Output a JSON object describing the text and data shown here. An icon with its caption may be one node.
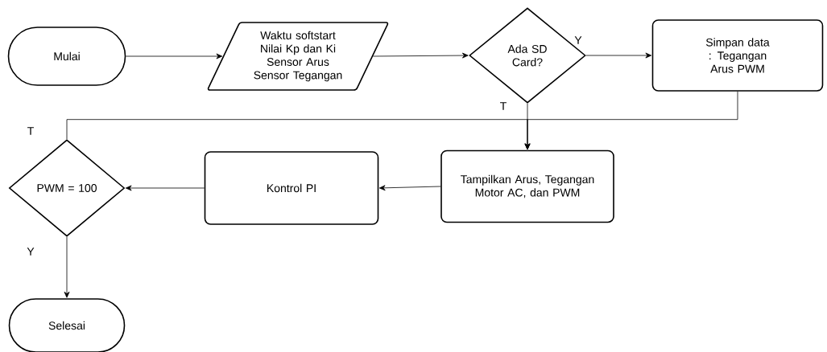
{
  "diagram": {
    "nodes": [
      {
        "text": [
          "Mulai"
        ]
      },
      {
        "text": [
          "Waktu softstart Nilai Kp dan Ki Sensor Arus Sensor Tegangan"
        ]
      },
      {
        "text": [
          "Ada SD Card?"
        ]
      },
      {
        "text": [
          "Simpan data : Tegangan Arus PWM"
        ]
      },
      {
        "text": [
          "Tampilkan Arus, Tegangan Motor AC, dan PWM"
        ]
      },
      {
        "text": [
          "Kontrol PI"
        ]
      },
      {
        "text": [
          "PWM = 100"
        ]
      },
      {
        "text": [
          "Selesai"
        ]
      }
    ],
    "edges": [
      {
        "from": 0,
        "to": 1,
        "arrow": "to"
      },
      {
        "from": 1,
        "to": 2,
        "arrow": "to"
      },
      {
        "from": 2,
        "to": 3,
        "arrow": "to",
        "label": "Y"
      },
      {
        "from": 2,
        "to": 4,
        "arrow": "to",
        "label": "T"
      },
      {
        "from": 3,
        "to": 4,
        "arrow": "to"
      },
      {
        "from": 6,
        "to": 4,
        "arrow": "to",
        "label": "T"
      },
      {
        "from": 4,
        "to": 5,
        "arrow": "to"
      },
      {
        "from": 5,
        "to": 6,
        "arrow": "to"
      },
      {
        "from": 6,
        "to": 7,
        "arrow": "to",
        "label": "Y"
      }
    ]
  }
}
